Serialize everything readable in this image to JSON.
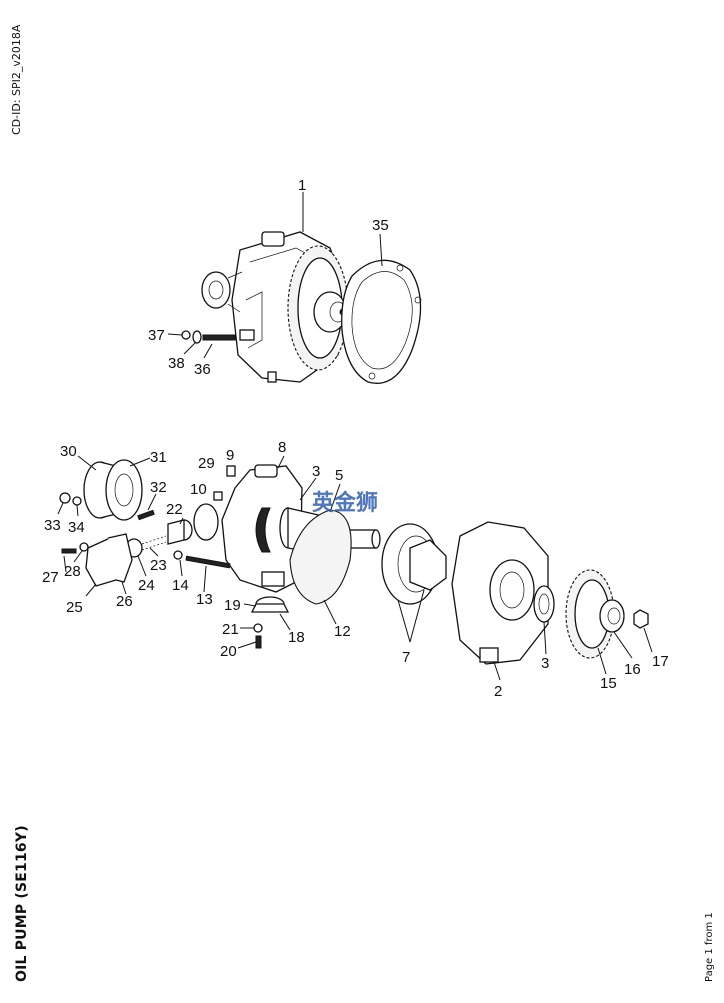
{
  "header": {
    "cd_id": "CD-ID: SPI2_v2018A"
  },
  "title": "OIL PUMP (SE116Y)",
  "page_label": "Page 1 from 1",
  "watermark": "英金狮",
  "callouts": [
    "1",
    "35",
    "37",
    "38",
    "36",
    "30",
    "31",
    "32",
    "33",
    "34",
    "29",
    "9",
    "10",
    "8",
    "3",
    "5",
    "22",
    "27",
    "28",
    "23",
    "24",
    "25",
    "26",
    "14",
    "13",
    "19",
    "21",
    "20",
    "18",
    "12",
    "7",
    "3",
    "2",
    "15",
    "16",
    "17"
  ]
}
